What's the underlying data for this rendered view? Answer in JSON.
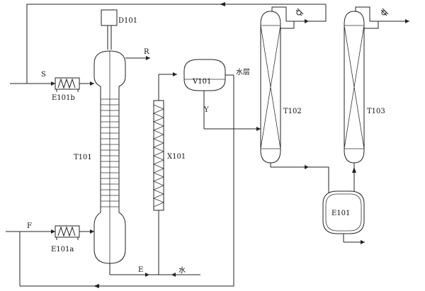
{
  "labels": {
    "d101": "D101",
    "r": "R",
    "s": "S",
    "e101b": "E101b",
    "t101": "T101",
    "f": "F",
    "e101a": "E101a",
    "e_bottom": "E",
    "water_bottom": "水",
    "x101": "X101",
    "v101": "V101",
    "water_layer": "水层",
    "y": "Y",
    "t102": "T102",
    "t103": "T103",
    "e101": "E101"
  }
}
